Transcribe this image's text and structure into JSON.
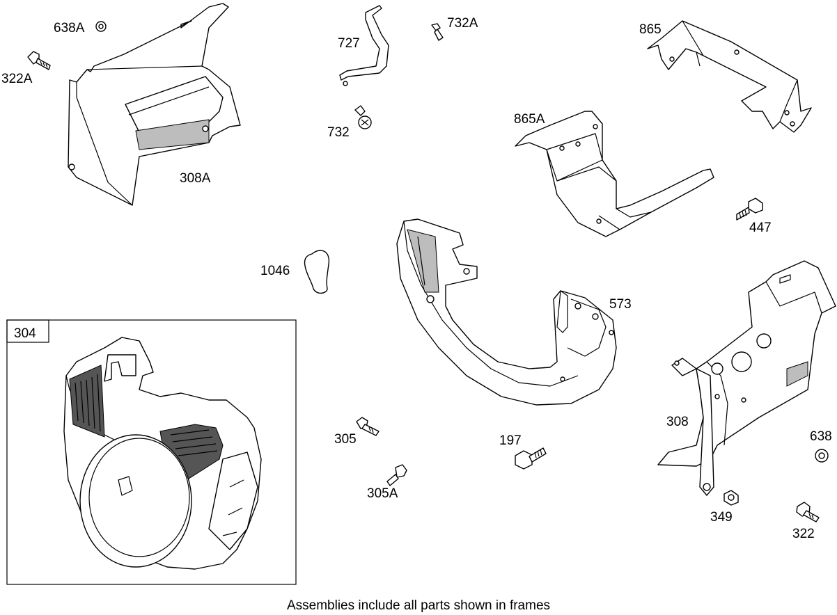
{
  "labels": {
    "p638A": "638A",
    "p322A": "322A",
    "p308A": "308A",
    "p727": "727",
    "p732A": "732A",
    "p732": "732",
    "p865": "865",
    "p865A": "865A",
    "p447": "447",
    "p1046": "1046",
    "p573": "573",
    "p304": "304",
    "p305": "305",
    "p305A": "305A",
    "p197": "197",
    "p308": "308",
    "p638": "638",
    "p349": "349",
    "p322": "322"
  },
  "footer": "Assemblies include all parts shown in frames"
}
